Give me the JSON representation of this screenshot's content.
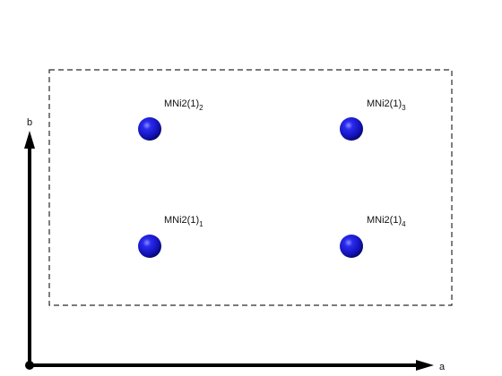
{
  "diagram": {
    "cell_outline_color": "#2a2a2a",
    "axis_color": "#000000",
    "atom_color": "#1a1ad6",
    "axes": {
      "a_label": "a",
      "b_label": "b"
    },
    "atoms": [
      {
        "id": "atom-1",
        "name": "MNi2(1)",
        "index": "2"
      },
      {
        "id": "atom-2",
        "name": "MNi2(1)",
        "index": "3"
      },
      {
        "id": "atom-3",
        "name": "MNi2(1)",
        "index": "1"
      },
      {
        "id": "atom-4",
        "name": "MNi2(1)",
        "index": "4"
      }
    ]
  }
}
